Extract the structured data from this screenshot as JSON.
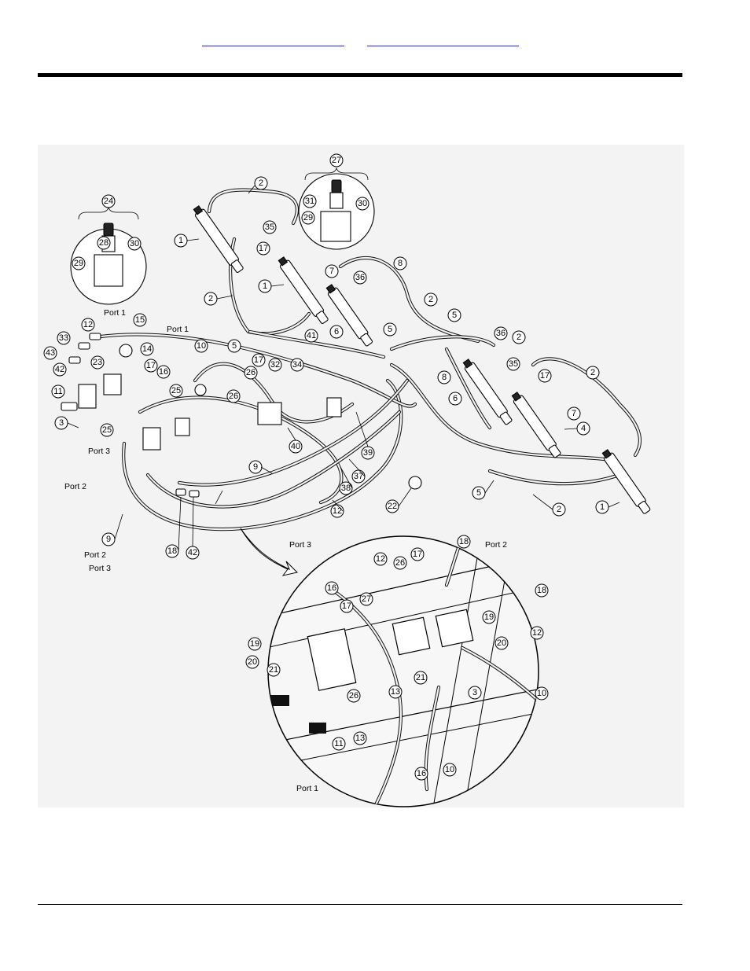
{
  "header": {
    "links": [
      {
        "id": "link-1",
        "text": ""
      },
      {
        "id": "link-2",
        "text": ""
      }
    ]
  },
  "diagram": {
    "callouts": [
      {
        "id": "1",
        "label": "1"
      },
      {
        "id": "2",
        "label": "2"
      },
      {
        "id": "3",
        "label": "3"
      },
      {
        "id": "4",
        "label": "4"
      },
      {
        "id": "5",
        "label": "5"
      },
      {
        "id": "6",
        "label": "6"
      },
      {
        "id": "7",
        "label": "7"
      },
      {
        "id": "8",
        "label": "8"
      },
      {
        "id": "9",
        "label": "9"
      },
      {
        "id": "10",
        "label": "10"
      },
      {
        "id": "11",
        "label": "11"
      },
      {
        "id": "12",
        "label": "12"
      },
      {
        "id": "13",
        "label": "13"
      },
      {
        "id": "14",
        "label": "14"
      },
      {
        "id": "15",
        "label": "15"
      },
      {
        "id": "16",
        "label": "16"
      },
      {
        "id": "17",
        "label": "17"
      },
      {
        "id": "18",
        "label": "18"
      },
      {
        "id": "19",
        "label": "19"
      },
      {
        "id": "20",
        "label": "20"
      },
      {
        "id": "21",
        "label": "21"
      },
      {
        "id": "22",
        "label": "22"
      },
      {
        "id": "23",
        "label": "23"
      },
      {
        "id": "24",
        "label": "24"
      },
      {
        "id": "25",
        "label": "25"
      },
      {
        "id": "26",
        "label": "26"
      },
      {
        "id": "27",
        "label": "27"
      },
      {
        "id": "28",
        "label": "28"
      },
      {
        "id": "29",
        "label": "29"
      },
      {
        "id": "30",
        "label": "30"
      },
      {
        "id": "31",
        "label": "31"
      },
      {
        "id": "32",
        "label": "32"
      },
      {
        "id": "33",
        "label": "33"
      },
      {
        "id": "34",
        "label": "34"
      },
      {
        "id": "35",
        "label": "35"
      },
      {
        "id": "36",
        "label": "36"
      },
      {
        "id": "37",
        "label": "37"
      },
      {
        "id": "38",
        "label": "38"
      },
      {
        "id": "39",
        "label": "39"
      },
      {
        "id": "40",
        "label": "40"
      },
      {
        "id": "41",
        "label": "41"
      },
      {
        "id": "42",
        "label": "42"
      },
      {
        "id": "43",
        "label": "43"
      }
    ],
    "port_labels": {
      "port1": "Port 1",
      "port2": "Port 2",
      "port3": "Port 3"
    }
  }
}
